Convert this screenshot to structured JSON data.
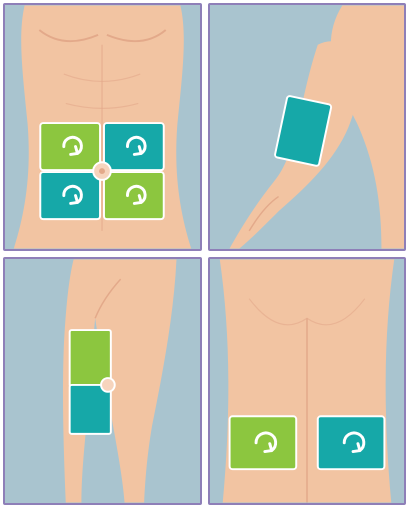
{
  "colors": {
    "skin": "#f2c4a2",
    "skin_shadow": "#e3a98a",
    "background": "#a9c4cf",
    "frame": "#8e7fb8",
    "zone_green": "#8cc63f",
    "zone_teal": "#16a8a8",
    "swirl": "#ffffff"
  },
  "panels": [
    {
      "region": "abdomen",
      "zones": [
        "green",
        "teal",
        "teal",
        "green"
      ],
      "center_marker": "navel"
    },
    {
      "region": "upper-arm",
      "zones": [
        "teal"
      ]
    },
    {
      "region": "thigh",
      "zones": [
        "green",
        "teal"
      ],
      "center_marker": "split-dot"
    },
    {
      "region": "buttocks",
      "zones": [
        "green",
        "teal"
      ]
    }
  ],
  "icons": [
    "rotation-arrow-icon",
    "rotation-arrow-icon",
    "rotation-arrow-icon",
    "rotation-arrow-icon",
    "rotation-arrow-icon",
    "rotation-arrow-icon"
  ]
}
